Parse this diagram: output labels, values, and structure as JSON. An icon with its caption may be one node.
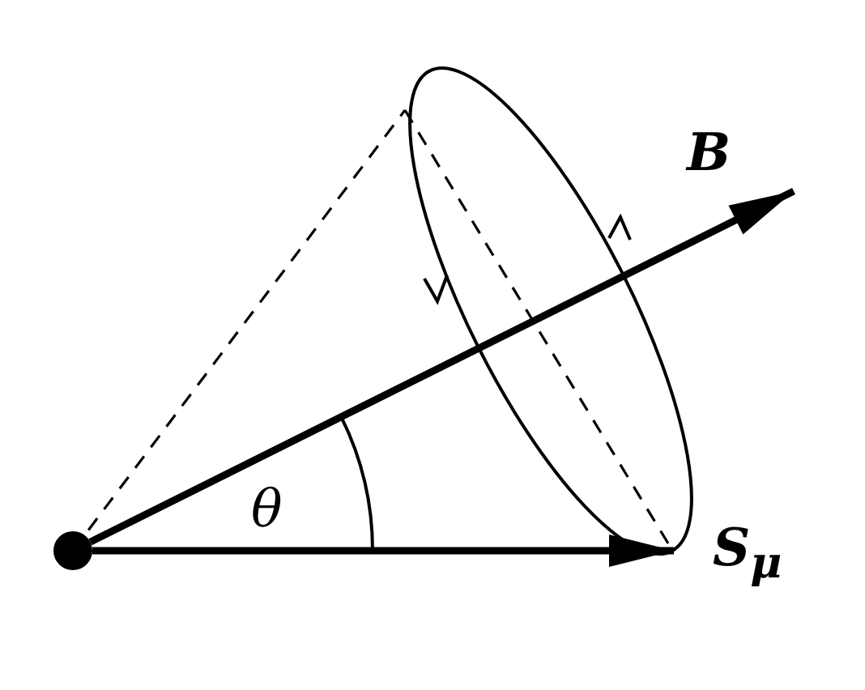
{
  "diagram": {
    "nodes": [
      {
        "text": [],
        "shape": "circle"
      },
      {
        "text": [
          "B"
        ]
      },
      {
        "text": [
          "S$_{μ}$"
        ]
      }
    ],
    "edges": [
      {
        "from": 0,
        "to": 1,
        "arrow": "to"
      },
      {
        "from": 0,
        "to": 2,
        "arrow": "to"
      }
    ],
    "labels": [
      "θ"
    ]
  }
}
